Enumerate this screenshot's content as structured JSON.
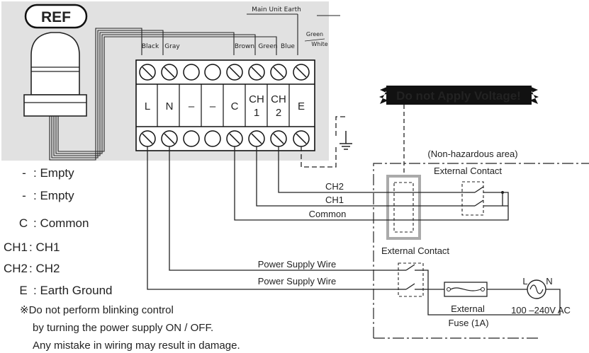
{
  "ref_label": "REF",
  "main_unit_earth_label": "Main Unit Earth",
  "green_white_label": {
    "top": "Green",
    "bottom": "White"
  },
  "wire_colors": [
    "Black",
    "Gray",
    "Brown",
    "Green",
    "Blue"
  ],
  "terminals": [
    {
      "l1": "L",
      "l2": ""
    },
    {
      "l1": "N",
      "l2": ""
    },
    {
      "l1": "–",
      "l2": ""
    },
    {
      "l1": "–",
      "l2": ""
    },
    {
      "l1": "C",
      "l2": ""
    },
    {
      "l1": "CH",
      "l2": "1"
    },
    {
      "l1": "CH",
      "l2": "2"
    },
    {
      "l1": "E",
      "l2": ""
    }
  ],
  "warning": "Do not Apply Voltage!",
  "non_hazardous_label": "(Non-hazardous area)",
  "external_contact_top": "External Contact",
  "external_contact_bottom": "External Contact",
  "wire_labels": {
    "ch2": "CH2",
    "ch1": "CH1",
    "common": "Common",
    "power1": "Power Supply Wire",
    "power2": "Power Supply Wire"
  },
  "fuse_label": {
    "line1": "External",
    "line2": "Fuse (1A)"
  },
  "supply_label": "100 –240V AC",
  "supply_l": "L",
  "supply_n": "N",
  "legend": [
    {
      "key": "-",
      "value": ": Empty"
    },
    {
      "key": "-",
      "value": ": Empty"
    },
    {
      "key": "C",
      "value": ": Common"
    },
    {
      "key": "CH1",
      "value": ": CH1"
    },
    {
      "key": "CH2",
      "value": ": CH2"
    },
    {
      "key": "E",
      "value": ": Earth Ground"
    }
  ],
  "notes": {
    "line1": "※Do not perform blinking control",
    "line2": "by turning the power supply ON / OFF.",
    "line3": "Any mistake in wiring may result in damage."
  }
}
